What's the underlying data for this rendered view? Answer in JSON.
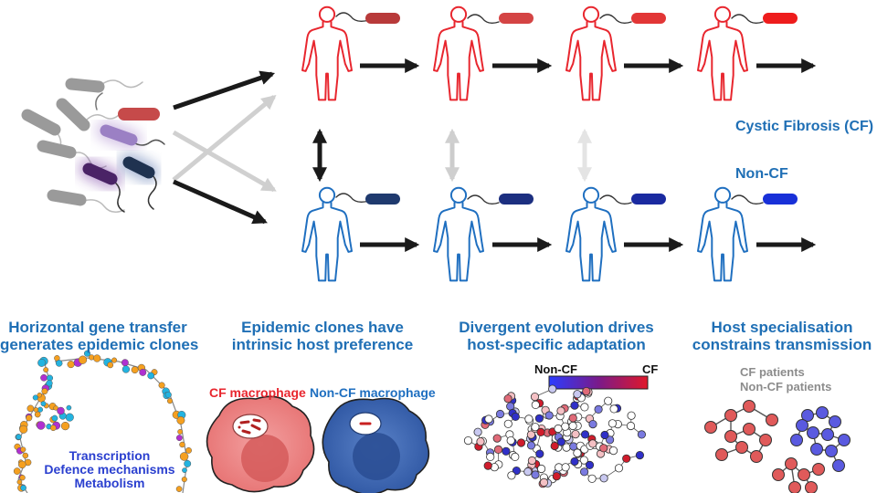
{
  "colors": {
    "cf": "#e8262e",
    "non_cf": "#1f6fc0",
    "heading": "#1f6fb5",
    "arrow_dark": "#1a1a1a",
    "arrow_light": "#cccccc",
    "function_text": "#2a3fcf",
    "patients_text": "#8c8c8c"
  },
  "groups": {
    "cf": "Cystic Fibrosis (CF)",
    "non_cf": "Non-CF"
  },
  "panels": [
    {
      "id": "hgt",
      "heading_line1": "Horizontal gene transfer",
      "heading_line2": "generates epidemic clones"
    },
    {
      "id": "preference",
      "heading_line1": "Epidemic clones have",
      "heading_line2": "intrinsic host preference"
    },
    {
      "id": "evolution",
      "heading_line1": "Divergent evolution drives",
      "heading_line2": "host-specific adaptation"
    },
    {
      "id": "specialisation",
      "heading_line1": "Host specialisation",
      "heading_line2": "constrains transmission"
    }
  ],
  "gene_functions": [
    "Transcription",
    "Defence mechanisms",
    "Metabolism"
  ],
  "macrophages": {
    "cf": "CF macrophage",
    "non_cf": "Non-CF macrophage"
  },
  "colorscale": {
    "low_label": "Non-CF",
    "high_label": "CF"
  },
  "patients": {
    "cf": "CF patients",
    "non_cf": "Non-CF patients"
  },
  "icons": [
    "bacterium-icon",
    "human-figure-icon",
    "macrophage-icon",
    "network-icon"
  ]
}
